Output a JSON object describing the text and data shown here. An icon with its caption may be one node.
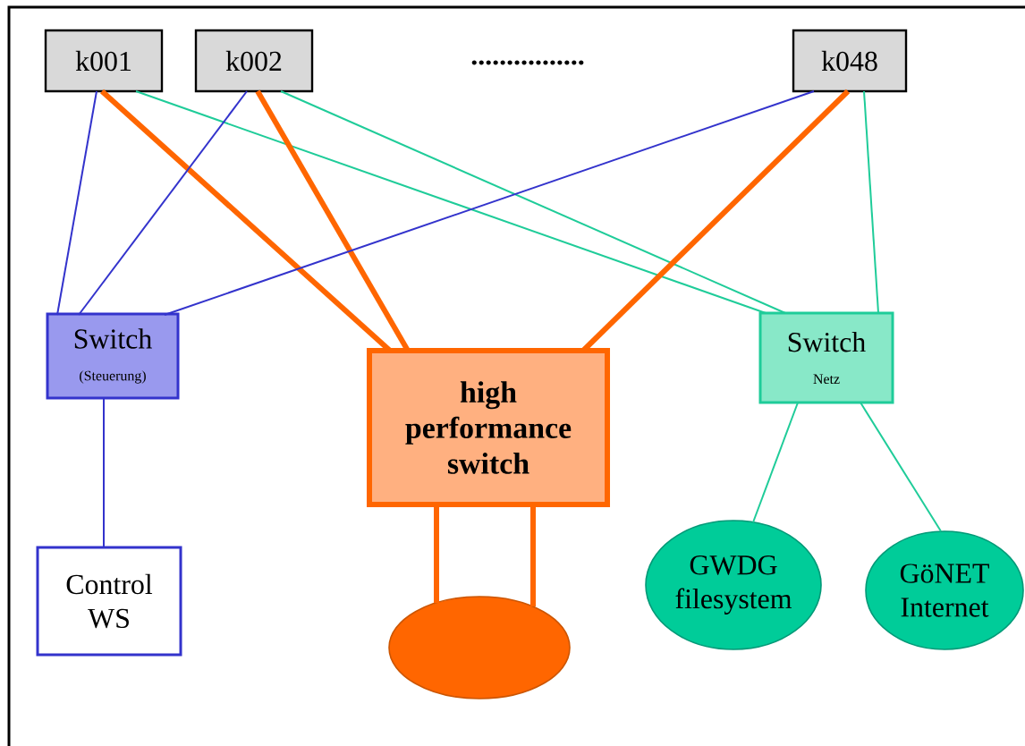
{
  "diagram": {
    "nodes": [
      {
        "text": [
          "k001"
        ]
      },
      {
        "text": [
          "k002"
        ]
      },
      {
        "text": [
          "k048"
        ]
      },
      {
        "text": [
          "Switch",
          "(Steuerung)"
        ]
      },
      {
        "text": [
          "high performance switch"
        ]
      },
      {
        "text": [
          "Switch",
          "Netz"
        ]
      },
      {
        "text": [
          "Control WS"
        ]
      },
      {
        "text": [],
        "shape": "ellipse"
      },
      {
        "text": [
          "GWDG filesystem"
        ]
      },
      {
        "text": [
          "GöNET Internet"
        ]
      }
    ],
    "edges": [
      {
        "from": 0,
        "to": 3,
        "arrow": "none",
        "color": "#3333cc"
      },
      {
        "from": 0,
        "to": 4,
        "arrow": "none",
        "style": "thick",
        "color": "#ff6600"
      },
      {
        "from": 0,
        "to": 5,
        "arrow": "none",
        "color": "#1fcc99"
      },
      {
        "from": 1,
        "to": 3,
        "arrow": "none",
        "color": "#3333cc"
      },
      {
        "from": 1,
        "to": 4,
        "arrow": "none",
        "style": "thick",
        "color": "#ff6600"
      },
      {
        "from": 1,
        "to": 5,
        "arrow": "none",
        "color": "#1fcc99"
      },
      {
        "from": 2,
        "to": 3,
        "arrow": "none",
        "color": "#3333cc"
      },
      {
        "from": 2,
        "to": 4,
        "arrow": "none",
        "style": "thick",
        "color": "#ff6600"
      },
      {
        "from": 2,
        "to": 5,
        "arrow": "none",
        "color": "#1fcc99"
      },
      {
        "from": 3,
        "to": 6,
        "arrow": "none",
        "color": "#3333cc"
      },
      {
        "from": 4,
        "to": 7,
        "arrow": "none",
        "style": "thick",
        "color": "#ff6600"
      },
      {
        "from": 4,
        "to": 7,
        "arrow": "none",
        "style": "thick",
        "color": "#ff6600"
      },
      {
        "from": 5,
        "to": 8,
        "arrow": "none",
        "color": "#1fcc99"
      },
      {
        "from": 5,
        "to": 9,
        "arrow": "none",
        "color": "#1fcc99"
      }
    ],
    "labels": [
      "................"
    ]
  }
}
